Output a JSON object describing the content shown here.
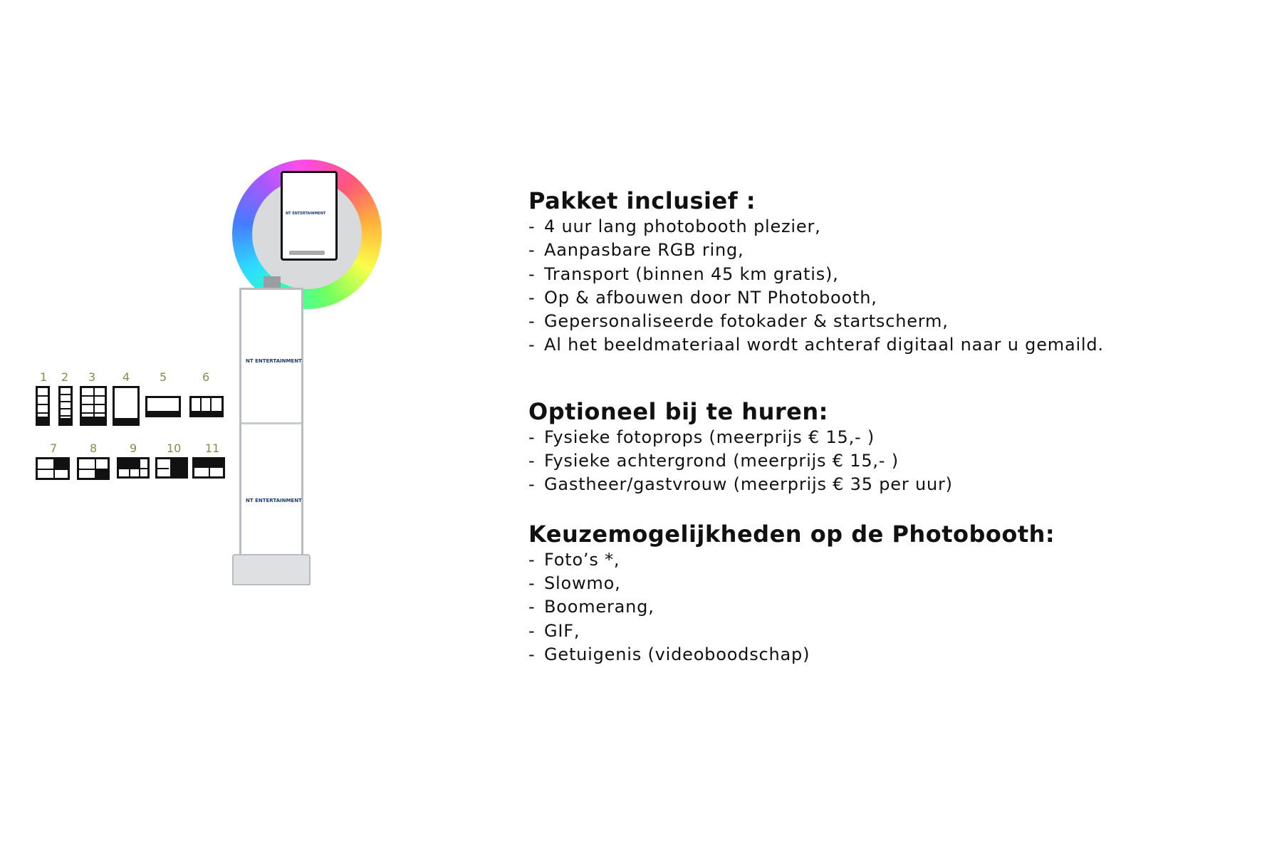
{
  "booth": {
    "tablet_logo": "NT ENTERTAINMENT",
    "column_logo_top": "NT ENTERTAINMENT",
    "column_logo_bottom": "NT ENTERTAINMENT"
  },
  "layouts": {
    "numbers": [
      "1",
      "2",
      "3",
      "4",
      "5",
      "6",
      "7",
      "8",
      "9",
      "10",
      "11"
    ]
  },
  "sections": [
    {
      "heading": "Pakket inclusief :",
      "items": [
        "4 uur lang photobooth plezier,",
        "Aanpasbare RGB ring,",
        "Transport (binnen 45 km gratis),",
        "Op & afbouwen door NT Photobooth,",
        "Gepersonaliseerde fotokader & startscherm,",
        "Al het beeldmateriaal wordt achteraf digitaal naar u gemaild."
      ]
    },
    {
      "heading": "Optioneel bij te huren:",
      "items": [
        "Fysieke fotoprops (meerprijs € 15,- )",
        "Fysieke achtergrond (meerprijs € 15,- )",
        "Gastheer/gastvrouw (meerprijs € 35 per uur)"
      ]
    },
    {
      "heading": "Keuzemogelijkheden op de Photobooth:",
      "items": [
        "Foto’s  *,",
        "Slowmo,",
        "Boomerang,",
        "GIF,",
        "Getuigenis (videoboodschap)"
      ]
    }
  ],
  "bullet_char": "-"
}
